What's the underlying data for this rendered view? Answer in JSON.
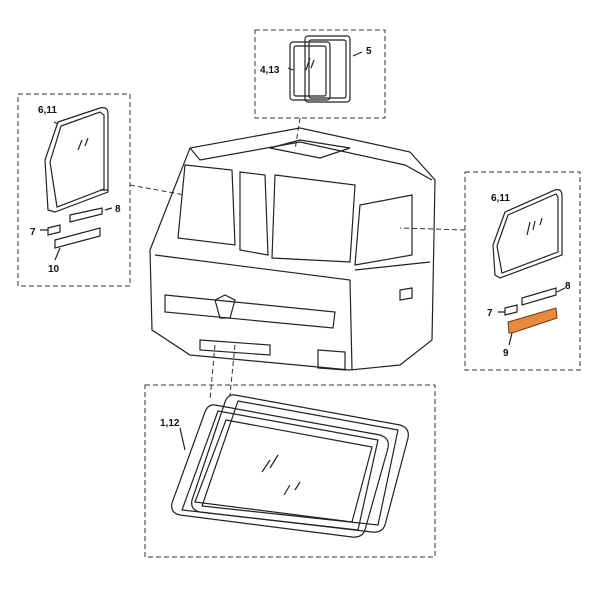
{
  "diagram": {
    "labels": {
      "roof_glass": "4,13",
      "roof_seal": "5",
      "left_door_glass": "6,11",
      "left_guide_top": "8",
      "left_guide_small": "7",
      "left_channel": "10",
      "right_door_glass": "6,11",
      "right_guide_top": "8",
      "right_guide_small": "7",
      "right_channel": "9",
      "windshield": "1,12"
    },
    "colors": {
      "highlight": "#e8893f",
      "line": "#222222"
    }
  }
}
